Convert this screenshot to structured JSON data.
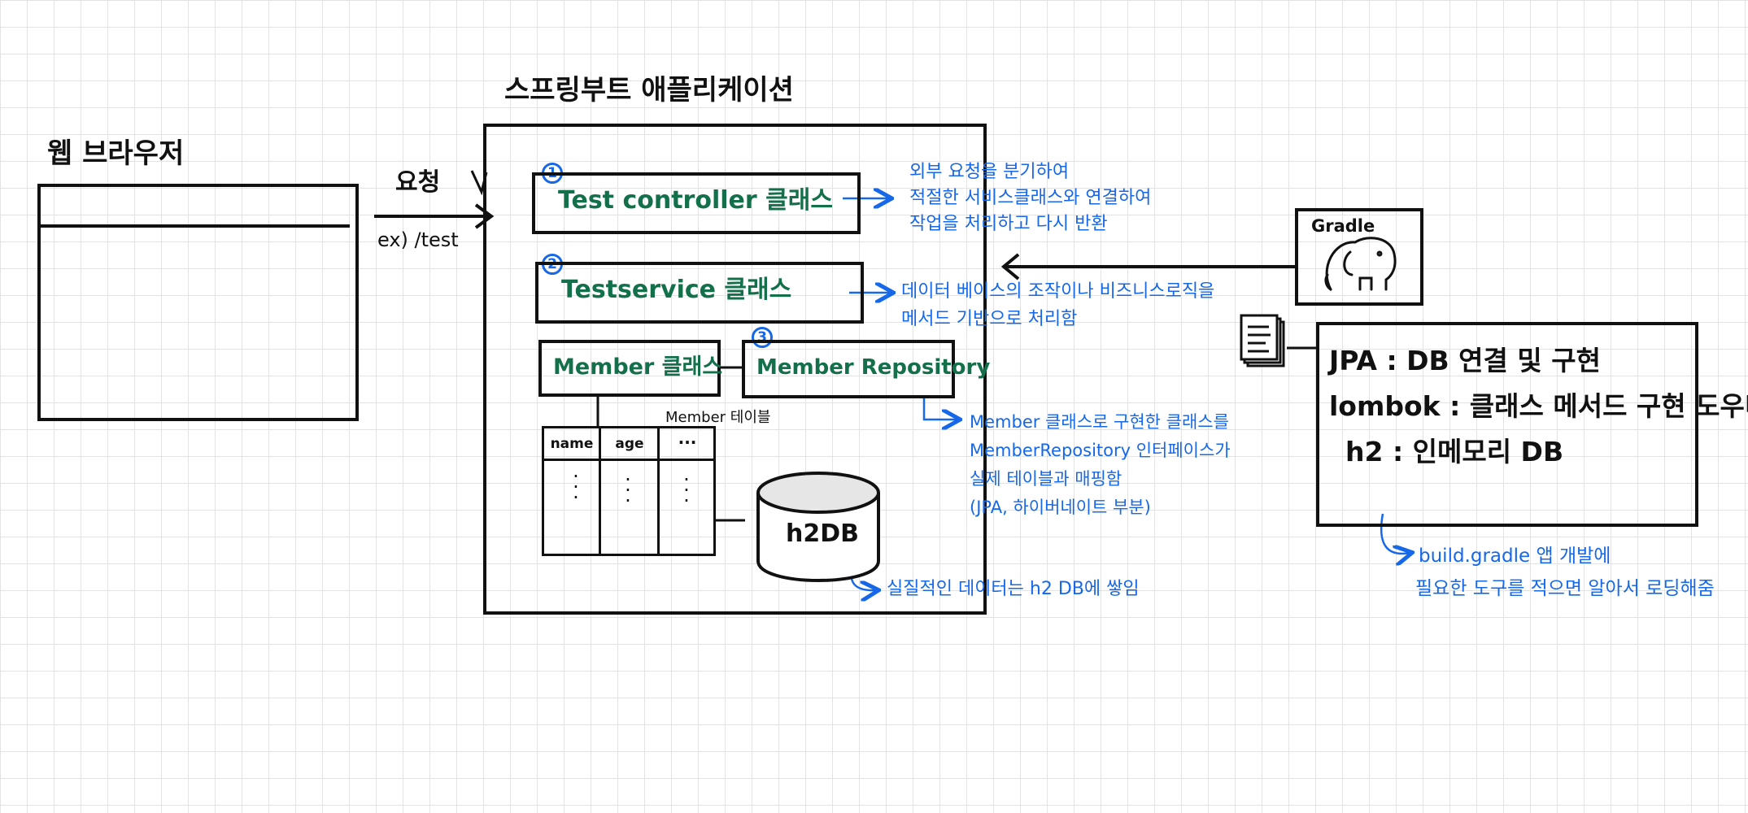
{
  "browser": {
    "title": "웹 브라우저"
  },
  "request": {
    "label": "요청",
    "example": "ex) /test"
  },
  "app": {
    "title": "스프링부트 애플리케이션"
  },
  "controller": {
    "badge": "1",
    "label": "Test controller 클래스",
    "note": [
      "외부 요청을 분기하여",
      "적절한 서비스클래스와 연결하여",
      "작업을 처리하고 다시 반환"
    ]
  },
  "service": {
    "badge": "2",
    "label": "Testservice 클래스",
    "note": [
      "데이터 베이스의 조작이나 비즈니스로직을",
      "메서드 기반으로 처리함"
    ]
  },
  "member": {
    "label": "Member 클래스"
  },
  "repository": {
    "badge": "3",
    "label": "Member Repository",
    "note": [
      "Member 클래스로 구현한 클래스를",
      "MemberRepository 인터페이스가",
      "실제 테이블과 매핑함",
      "(JPA, 하이버네이트 부분)"
    ]
  },
  "table": {
    "caption": "Member 테이블",
    "headers": [
      "name",
      "age",
      "···"
    ]
  },
  "db": {
    "label": "h2DB",
    "note": "실질적인 데이터는 h2 DB에 쌓임"
  },
  "gradle": {
    "label": "Gradle",
    "icon": "elephant-icon",
    "note": [
      "build.gradle 앱 개발에",
      "필요한 도구를 적으면 알아서 로딩해줌"
    ]
  },
  "libs": {
    "icon": "document-stack-icon",
    "items": [
      "JPA :  DB 연결 및 구현",
      "lombok : 클래스 메서드 구현 도우미",
      "h2 : 인메모리 DB"
    ]
  },
  "colors": {
    "ink": "#111111",
    "accent_green": "#13704a",
    "note_blue": "#1668e8",
    "grid": "#e3e3e3"
  }
}
